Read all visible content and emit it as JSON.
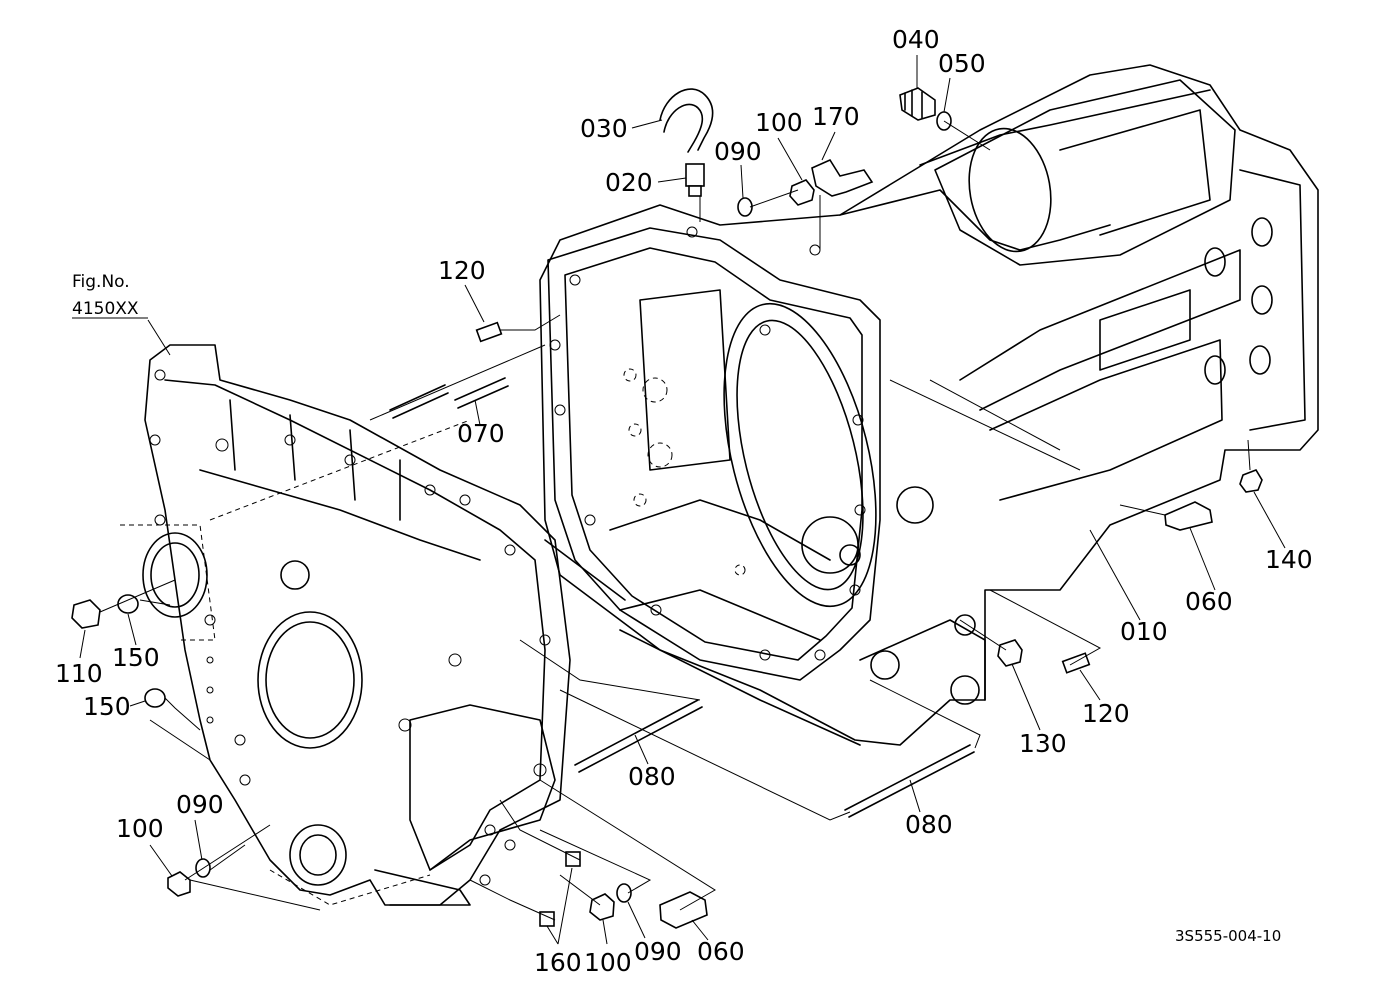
{
  "figure": {
    "fig_ref_title": "Fig.No.",
    "fig_ref_number": "4150XX",
    "drawing_code": "3S555-004-10"
  },
  "labels": {
    "p010": "010",
    "p020": "020",
    "p030": "030",
    "p040": "040",
    "p050": "050",
    "p060_right": "060",
    "p060_bottom": "060",
    "p070": "070",
    "p080_center": "080",
    "p080_right": "080",
    "p090_top": "090",
    "p090_left": "090",
    "p090_bottom": "090",
    "p100_top": "100",
    "p100_left": "100",
    "p100_bottom": "100",
    "p110": "110",
    "p120_top": "120",
    "p120_right": "120",
    "p130": "130",
    "p140": "140",
    "p150_a": "150",
    "p150_b": "150",
    "p160": "160",
    "p170": "170"
  }
}
